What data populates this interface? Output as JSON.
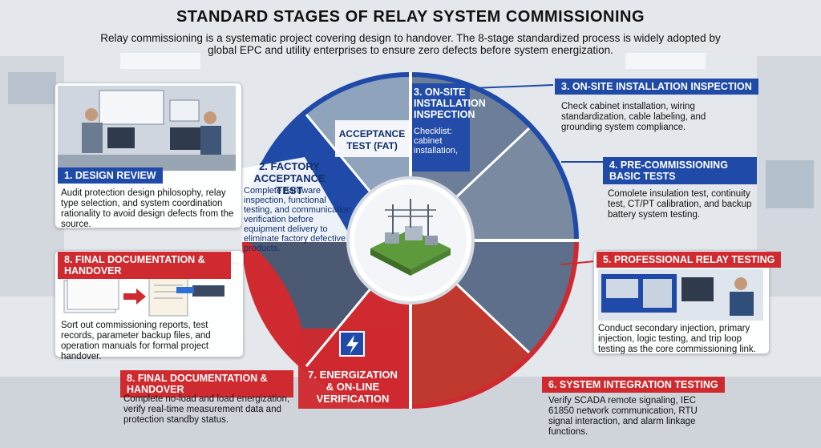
{
  "header": {
    "title": "STANDARD STAGES OF RELAY SYSTEM COMMISSIONING",
    "subtitle": "Relay commissioning is a systematic project covering design to handover. The 8-stage standardized process is widely adopted by global EPC and utility enterprises to ensure zero defects before system energization."
  },
  "colors": {
    "blue": "#1f4aa8",
    "red": "#cf2a2f",
    "navy": "#12306b"
  },
  "stages": {
    "design_review": {
      "label": "1. DESIGN REVIEW",
      "desc": "Audit protection design philosophy, relay type selection, and system coordination rationality to avoid design defects from the source."
    },
    "fat": {
      "wheel_label": "2. FACTORY ACCEPTANCE TEST",
      "photo_label": "ACCEPTANCE TEST (FAT)",
      "desc": "Complete hardware inspection, functional testing, and communication verification before equipment delivery to eliminate factory defective products."
    },
    "onsite": {
      "wheel_label": "3. ON-SITE INSTALLATION INSPECTION",
      "wheel_desc": "Checklist: cabinet installation,",
      "label": "3. ON-SITE INSTALLATION INSPECTION",
      "desc": "Check cabinet installation, wiring standardization, cable labeling, and grounding system compliance."
    },
    "precomm": {
      "label": "4. PRE-COMMISSIONING BASIC TESTS",
      "desc": "Comolete insulation test, continuity test, CT/PT calibration, and backup battery system testing."
    },
    "relay": {
      "label": "5. PROFESSIONAL RELAY TESTING",
      "desc": "Conduct secondary injection, primary injection, logic testing, and trip loop testing as the core commissioning link."
    },
    "sit": {
      "label": "6. SYSTEM INTEGRATION TESTING",
      "desc": "Verify SCADA remote signaling, IEC 61850 network communication, RTU signal interaction, and alarm linkage functions."
    },
    "energization": {
      "wheel_label": "7. ENERGIZATION & ON-LINE VERIFICATION",
      "label": "8. FINAL DOCUMENTATION & HANDOVER",
      "desc": "Complete no-load and load energization, verify real-time measurement data and protection standby status."
    },
    "handover": {
      "label": "8. FINAL DOCUMENTATION & HANDOVER",
      "desc": "Sort out commissioning reports, test records, parameter backup files, and operation manuals for formal project handover."
    }
  }
}
